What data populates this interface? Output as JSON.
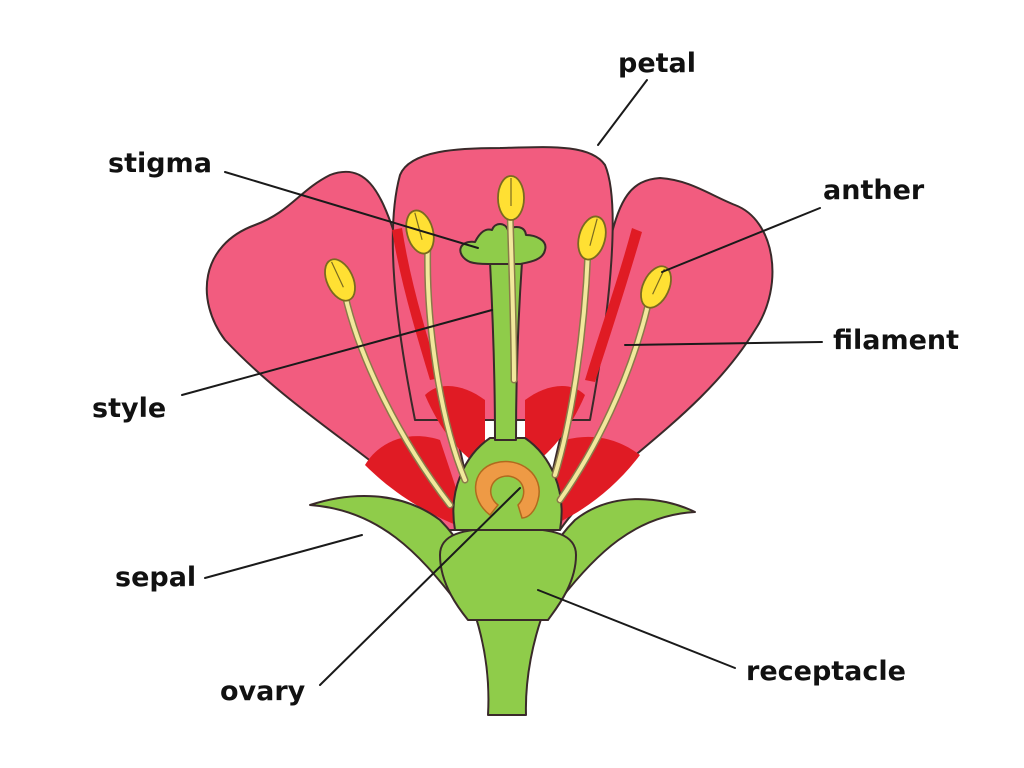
{
  "labels": {
    "petal": "petal",
    "stigma": "stigma",
    "anther": "anther",
    "filament": "filament",
    "style": "style",
    "sepal": "sepal",
    "ovary": "ovary",
    "receptacle": "receptacle"
  },
  "colors": {
    "petal": "#f25c7f",
    "petal_inner": "#e01b24",
    "green": "#8fcc4a",
    "green_dark": "#6fae2e",
    "anther": "#ffe033",
    "filament": "#f2e89c",
    "ovule": "#ee9a45",
    "background": "#ffffff",
    "text": "#111111"
  }
}
